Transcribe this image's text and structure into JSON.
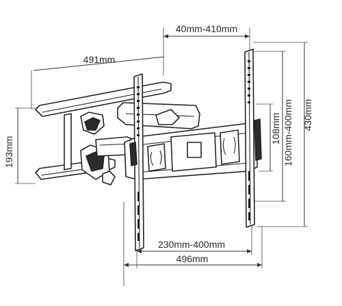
{
  "dimensions": {
    "vesa_horizontal": "40mm-410mm",
    "extension": "491mm",
    "wall_plate_height": "193mm",
    "vertical_slot": "108mm",
    "vesa_vertical": "160mm-400mm",
    "rail_height": "430mm",
    "bottom_vesa": "230mm-400mm",
    "total_width": "496mm"
  },
  "colors": {
    "line": "#222222",
    "fill_dark": "#2b2b2b",
    "background": "#ffffff"
  }
}
